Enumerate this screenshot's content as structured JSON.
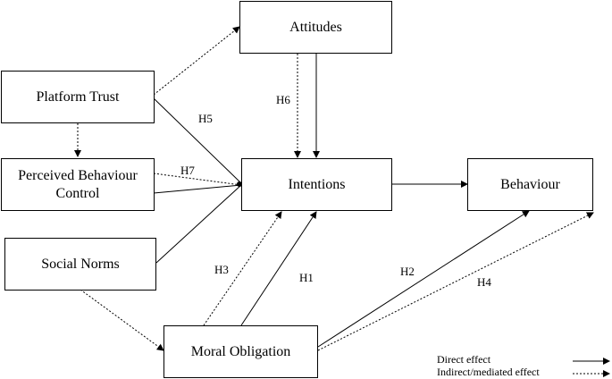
{
  "nodes": {
    "attitudes": "Attitudes",
    "platform_trust": "Platform Trust",
    "perceived_behaviour_control": "Perceived Behaviour Control",
    "intentions": "Intentions",
    "behaviour": "Behaviour",
    "social_norms": "Social Norms",
    "moral_obligation": "Moral Obligation"
  },
  "hypotheses": {
    "h1": "H1",
    "h2": "H2",
    "h3": "H3",
    "h4": "H4",
    "h5": "H5",
    "h6": "H6",
    "h7": "H7"
  },
  "legend": {
    "direct": "Direct effect",
    "indirect": "Indirect/mediated effect"
  },
  "colors": {
    "line": "#000000",
    "background": "#ffffff"
  }
}
